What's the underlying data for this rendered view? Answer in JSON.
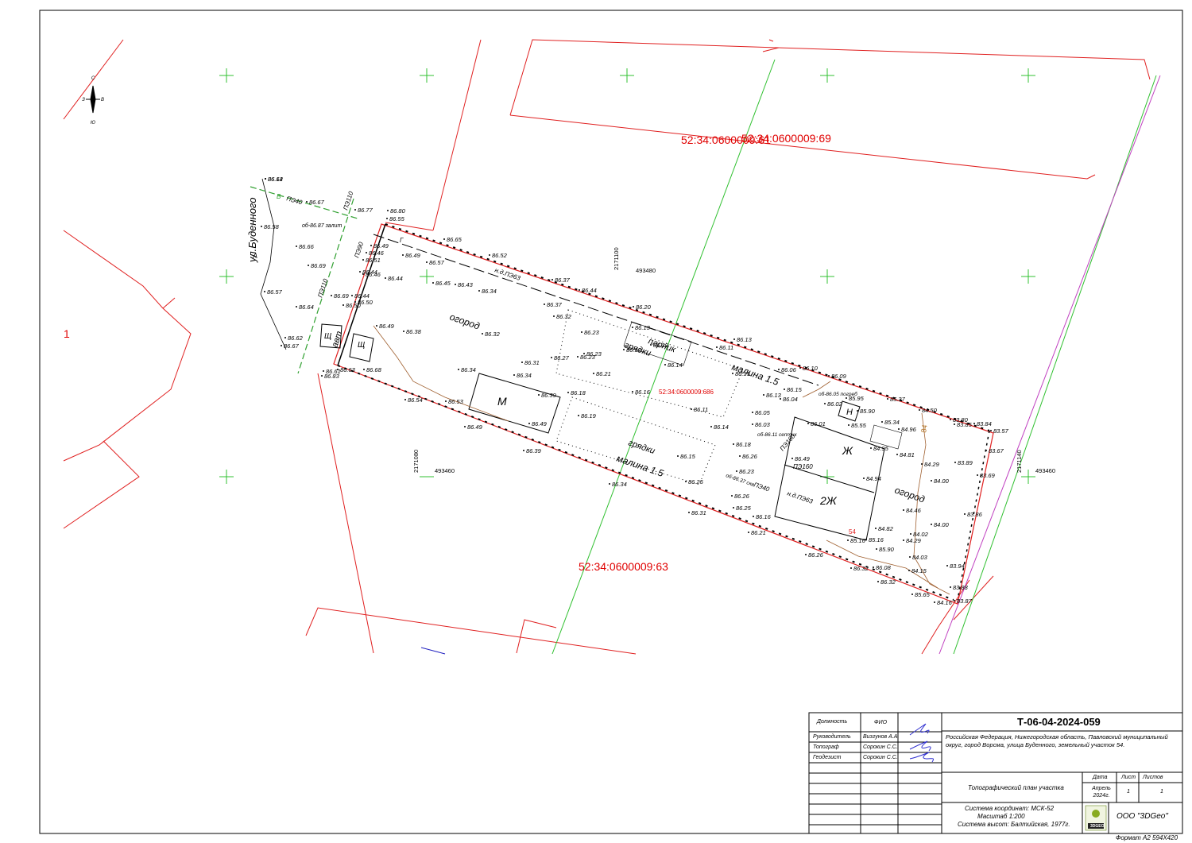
{
  "map": {
    "parcels": [
      {
        "id": "52:34:0600009:61",
        "color": "#e00000"
      },
      {
        "id": "52:34:0600009:69",
        "color": "#e00000"
      },
      {
        "id": "52:34:0600009:63",
        "color": "#e00000"
      },
      {
        "id": "52:34:0600009:686",
        "color": "#e00000"
      }
    ],
    "left_marker": "1",
    "street": "ул.Буденного",
    "street_letter": "А",
    "compass": {
      "n": "С",
      "s": "Ю",
      "w": "З",
      "e": "В"
    },
    "areas": {
      "garden_1": "огород",
      "garden_2": "огород",
      "beds_1": "грядки",
      "beds_2": "грядки",
      "greenhouse": "парник",
      "raspberry_1": "малина 1.5",
      "raspberry_2": "малина 1.5",
      "auto": "авт",
      "septic": "об-86.11 септик",
      "well": "об-86.37 скв.",
      "poured": "об-86.87 залит",
      "cellar": "об-86.05 погреб"
    },
    "buildings": {
      "m": "М",
      "zh": "Ж",
      "zh2": "2Ж",
      "n": "Н",
      "sch1": "Щ",
      "sch2": "Щ"
    },
    "lines": {
      "pe40_a": "ПЭ40",
      "pe110_a": "ПЭ110",
      "pe90": "ПЭ90",
      "pe110_b": "ПЭ110",
      "nd_pe63_a": "н.д.ПЭ63",
      "pe160_a": "ПЭ160",
      "pe160_b": "ПЭ160",
      "nd_pe63_b": "н.д.ПЭ63",
      "pe40_b": "ПЭ40",
      "v": "В",
      "g": "Г"
    },
    "grid_labels": {
      "x_top": "2171100",
      "y_top": "493480",
      "x_bottom": "2171080",
      "y_bottom_left": "493460",
      "x_bottom_right": "2171140",
      "y_bottom_right": "493460"
    },
    "contours": [
      "84",
      "54"
    ],
    "elevations": [
      "86.64",
      "86.67",
      "86.58",
      "86.66",
      "86.69",
      "86.57",
      "86.64",
      "86.62",
      "86.67",
      "86.77",
      "86.80",
      "86.55",
      "86.65",
      "86.52",
      "86.49",
      "86.57",
      "86.45",
      "86.43",
      "86.44",
      "86.34",
      "86.37",
      "86.44",
      "86.37",
      "86.20",
      "86.32",
      "86.23",
      "86.23",
      "86.27",
      "86.23",
      "86.21",
      "86.12",
      "86.13",
      "86.20",
      "86.14",
      "86.11",
      "86.13",
      "86.15",
      "86.06",
      "86.10",
      "86.09",
      "86.15",
      "86.04",
      "86.13",
      "86.02",
      "85.95",
      "85.90",
      "86.01",
      "85.37",
      "84.50",
      "83.80",
      "83.84",
      "83.57",
      "86.46",
      "86.44",
      "86.49",
      "86.38",
      "86.32",
      "86.31",
      "86.34",
      "86.34",
      "86.39",
      "86.49",
      "86.53",
      "86.54",
      "86.49",
      "86.18",
      "86.19",
      "86.16",
      "86.11",
      "86.14",
      "86.18",
      "86.26",
      "86.23",
      "86.05",
      "86.03",
      "85.34",
      "85.55",
      "84.96",
      "84.95",
      "84.81",
      "84.29",
      "83.85",
      "83.89",
      "83.67",
      "83.69",
      "84.00",
      "84.00",
      "84.94",
      "86.15",
      "86.25",
      "86.26",
      "86.25",
      "86.31",
      "86.39",
      "86.34",
      "86.21",
      "86.16",
      "86.26",
      "86.32",
      "86.08",
      "86.32",
      "85.65",
      "84.16",
      "83.87",
      "83.88",
      "83.94",
      "84.15",
      "84.03",
      "84.02",
      "84.29",
      "84.46",
      "84.82",
      "85.16",
      "85.90",
      "85.16",
      "83.86",
      "86.50",
      "86.68",
      "86.83",
      "86.61",
      "86.63",
      "86.69",
      "86.50",
      "86.44",
      "86.51",
      "86.46",
      "86.49",
      "86.49",
      "86.12"
    ]
  },
  "stamp": {
    "doc_number": "Т-06-04-2024-059",
    "address": "Российская Федерация, Нижегородская область, Павловский муниципальный округ, город Ворсма, улица Буденного, земельный участок 54.",
    "col_position": "Должность",
    "col_name": "ФИО",
    "rows": [
      {
        "role": "Руководитель",
        "name": "Визгунов А.А."
      },
      {
        "role": "Топограф",
        "name": "Сорокин С.С."
      },
      {
        "role": "Геодезист",
        "name": "Сорокин С.С."
      }
    ],
    "title": "Топографический план участка",
    "date_label": "Дата",
    "sheet_label": "Лист",
    "sheets_label": "Листов",
    "date_value": "Апрель 2024г.",
    "sheet_value": "1",
    "sheets_value": "1",
    "coord_system": "Система координат: МСК-52",
    "scale": "Масштаб 1:200",
    "height_system": "Система высот: Балтийская, 1977г.",
    "company": "ООО \"3DGeo\"",
    "logo_text": "3DGEO"
  },
  "format": "Формат А2 594Х420"
}
